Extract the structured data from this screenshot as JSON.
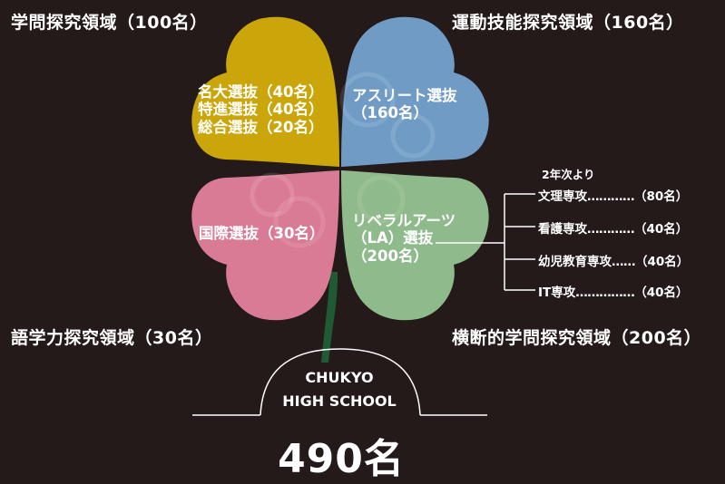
{
  "areas": {
    "top_left": "学問探究領域（100名）",
    "top_right": "運動技能探究領域（160名）",
    "bottom_left": "語学力探究領域（30名）",
    "bottom_right": "横断的学問探究領域（200名）"
  },
  "leaves": {
    "top_left": {
      "color": "#caa60b",
      "lines": [
        "名大選抜（40名）",
        "特進選抜（40名）",
        "総合選抜（20名）"
      ]
    },
    "top_right": {
      "color": "#6f9bc5",
      "lines": [
        "アスリート選抜",
        "（160名）"
      ]
    },
    "bottom_left": {
      "color": "#da7b95",
      "lines": [
        "国際選抜（30名）"
      ]
    },
    "bottom_right": {
      "color": "#8fba8b",
      "lines": [
        "リベラルアーツ",
        "（LA）選抜",
        "（200名）"
      ]
    }
  },
  "courses": {
    "header": "2年次より",
    "items": [
      {
        "name": "文理専攻",
        "dots": "…………",
        "count": "（80名）"
      },
      {
        "name": "看護専攻",
        "dots": "…………",
        "count": "（40名）"
      },
      {
        "name": "幼児教育専攻",
        "dots": "……",
        "count": "（40名）"
      },
      {
        "name": "IT専攻",
        "dots": "……………",
        "count": "（40名）"
      }
    ]
  },
  "school": {
    "line1": "CHUKYO",
    "line2": "HIGH SCHOOL"
  },
  "total": "490名",
  "colors": {
    "background": "#231a19",
    "stem": "#1f5a33"
  }
}
